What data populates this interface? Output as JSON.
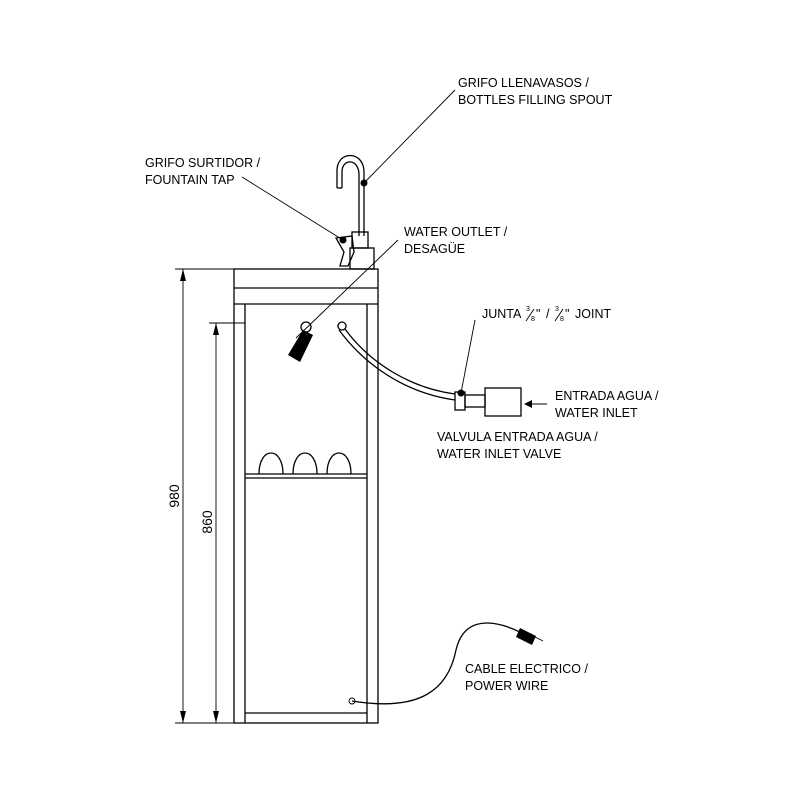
{
  "labels": {
    "filling_spout_es": "GRIFO LLENAVASOS /",
    "filling_spout_en": "BOTTLES FILLING SPOUT",
    "fountain_tap_es": "GRIFO SURTIDOR /",
    "fountain_tap_en": "FOUNTAIN TAP",
    "water_outlet_en": "WATER OUTLET /",
    "water_outlet_es": "DESAGÜE",
    "joint_prefix": "JUNTA",
    "joint_sep": "/",
    "joint_suffix": "JOINT",
    "fraction_num": "3",
    "fraction_den": "8",
    "inch_mark": "\"",
    "water_inlet_es": "ENTRADA AGUA /",
    "water_inlet_en": "WATER INLET",
    "inlet_valve_es": "VALVULA ENTRADA AGUA /",
    "inlet_valve_en": "WATER INLET VALVE",
    "power_wire_es": "CABLE ELECTRICO /",
    "power_wire_en": "POWER WIRE"
  },
  "dimensions": {
    "total_height": "980",
    "body_height": "860"
  }
}
